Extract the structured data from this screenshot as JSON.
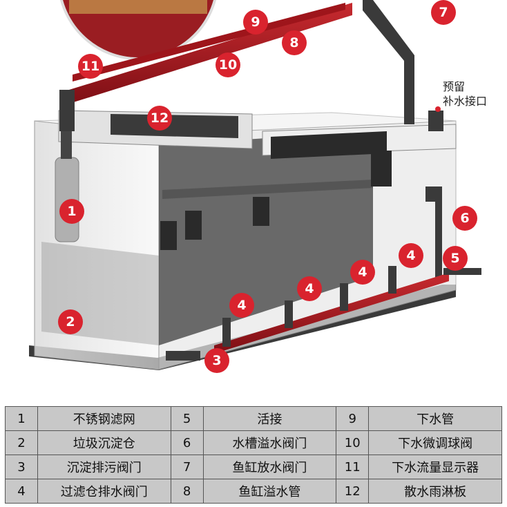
{
  "callouts": [
    {
      "num": "1"
    },
    {
      "num": "2"
    },
    {
      "num": "3"
    },
    {
      "num": "4"
    },
    {
      "num": "4"
    },
    {
      "num": "4"
    },
    {
      "num": "4"
    },
    {
      "num": "5"
    },
    {
      "num": "6"
    },
    {
      "num": "7"
    },
    {
      "num": "8"
    },
    {
      "num": "9"
    },
    {
      "num": "10"
    },
    {
      "num": "11"
    },
    {
      "num": "12"
    }
  ],
  "annotation": {
    "line1": "预留",
    "line2": "补水接口"
  },
  "legend": [
    [
      {
        "num": "1",
        "label": "不锈钢滤网"
      },
      {
        "num": "5",
        "label": "活接"
      },
      {
        "num": "9",
        "label": "下水管"
      }
    ],
    [
      {
        "num": "2",
        "label": "垃圾沉淀仓"
      },
      {
        "num": "6",
        "label": "水槽溢水阀门"
      },
      {
        "num": "10",
        "label": "下水微调球阀"
      }
    ],
    [
      {
        "num": "3",
        "label": "沉淀排污阀门"
      },
      {
        "num": "7",
        "label": "鱼缸放水阀门"
      },
      {
        "num": "11",
        "label": "下水流量显示器"
      }
    ],
    [
      {
        "num": "4",
        "label": "过滤仓排水阀门"
      },
      {
        "num": "8",
        "label": "鱼缸溢水管"
      },
      {
        "num": "12",
        "label": "散水雨淋板"
      }
    ]
  ],
  "colors": {
    "accent": "#d9232e",
    "pipe": "#a8141c",
    "legend_bg": "#c8c8c8"
  }
}
